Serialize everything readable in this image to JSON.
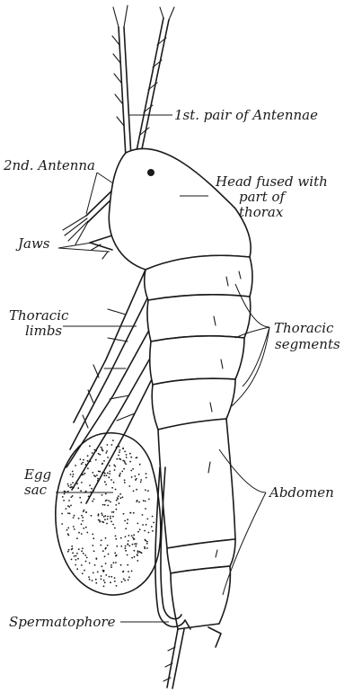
{
  "labels": {
    "antennae_1": "1st. pair of Antennae",
    "antenna_2": "2nd. Antenna",
    "head_line1": "Head fused with",
    "head_line2": "part of",
    "head_line3": "thorax",
    "jaws": "Jaws",
    "limbs_line1": "Thoracic",
    "limbs_line2": "limbs",
    "segments_line1": "Thoracic",
    "segments_line2": "segments",
    "egg_line1": "Egg",
    "egg_line2": "sac",
    "abdomen": "Abdomen",
    "spermatophore": "Spermatophore"
  }
}
